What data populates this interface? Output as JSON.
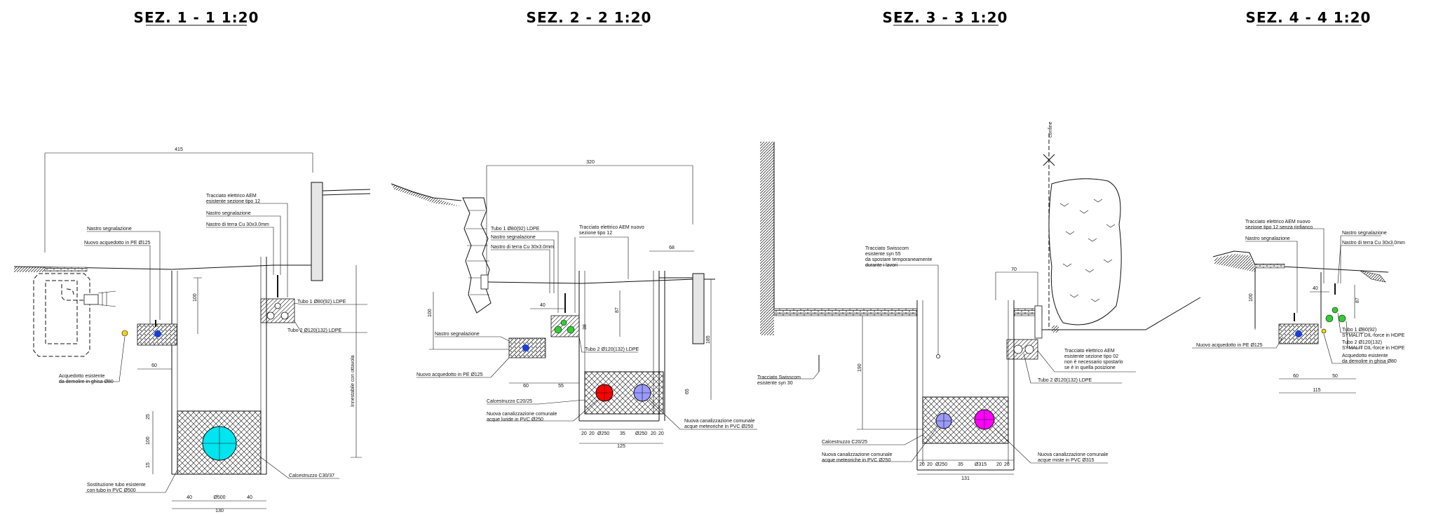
{
  "sections": [
    {
      "title": "SEZ.   1 - 1   1:20",
      "dims": [
        "415",
        "100",
        "60",
        "25",
        "100",
        "15",
        "40",
        "Ø500",
        "40",
        "130",
        "Innestabile con ottavola"
      ],
      "labels": [
        "Tracciato elettrico AEM",
        "esistente sezione tipo 12",
        "Nastro segnalazione",
        "Nastro di terra Cu 30x3.0mm",
        "Nastro segnalazione",
        "Nuovo acquedotto in PE Ø125",
        "Tubo 1 Ø80(92) LDPE",
        "Tubo 2 Ø120(132) LDPE",
        "Acquedotto esistente",
        "da demolire in ghisa Ø80",
        "Sostituzione tubo esistente",
        "con tubo in PVC Ø500",
        "Calcestruzzo C30/37"
      ]
    },
    {
      "title": "SEZ.   2 - 2   1:20",
      "dims": [
        "320",
        "68",
        "40",
        "38",
        "87",
        "100",
        "60",
        "55",
        "185",
        "65",
        "20",
        "20",
        "Ø250",
        "35",
        "Ø250",
        "20",
        "20",
        "125"
      ],
      "labels": [
        "Tubo 1 Ø80(92) LDPE",
        "Nastro segnalazione",
        "Nastro di terra Cu 30x3.0mm",
        "Tracciato elettrico AEM nuovo",
        "sezione tipo 12",
        "Nastro segnalazione",
        "Tubo 2 Ø120(132) LDPE",
        "Nuovo acquedotto in PE Ø125",
        "Calcestruzzo C20/25",
        "Nuova canalizzazione comunale",
        "acque luride in PVC Ø250",
        "Nuova canalizzazione comunale",
        "acque meteoriche in PVC Ø250"
      ]
    },
    {
      "title": "SEZ.   3 - 3   1:20",
      "dims": [
        "70",
        "190",
        "20",
        "20",
        "Ø250",
        "35",
        "Ø315",
        "20",
        "20",
        "131"
      ],
      "labels": [
        "confine",
        "Tracciato Swisscom",
        "esistente syn 55",
        "da spostare temporaneamente",
        "durante i lavori",
        "Tracciato Swisscom",
        "esistente syn 30",
        "Tracciato elettrico AEM",
        "esistente sezione tipo 02",
        "non è necessario spostarlo",
        "se è in quella posizione",
        "Tubo 2 Ø120(132) LDPE",
        "Calcestruzzo C20/25",
        "Nuova canalizzazione comunale",
        "acque meteoriche in PVC Ø250",
        "Nuova canalizzazione comunale",
        "acque miste in PVC Ø315"
      ]
    },
    {
      "title": "SEZ.   4 - 4   1:20",
      "dims": [
        "100",
        "40",
        "87",
        "60",
        "50",
        "115"
      ],
      "labels": [
        "Tracciato elettrico AEM nuovo",
        "sezione tipo 12 senza rinfianco",
        "Nastro segnalazione",
        "Nastro segnalazione",
        "Nastro di terra Cu 30x3.0mm",
        "Nuovo acquedotto in PE Ø125",
        "Tubo 1 Ø80(92)",
        "SYMALIT DIL-force in HDPE",
        "Tubo 2 Ø120(132)",
        "SYMALIT DIL-force in HDPE",
        "Acquedotto esistente",
        "da demolire in ghisa Ø80"
      ]
    }
  ],
  "colors": {
    "pipe_cyan": "#00e5ef",
    "pipe_red": "#ff0000",
    "pipe_lilac": "#9a9aff",
    "pipe_magenta": "#ff00ff",
    "pipe_green": "#33cc33",
    "pipe_blue": "#1a3fd6",
    "point_yellow": "#f2d21a"
  }
}
